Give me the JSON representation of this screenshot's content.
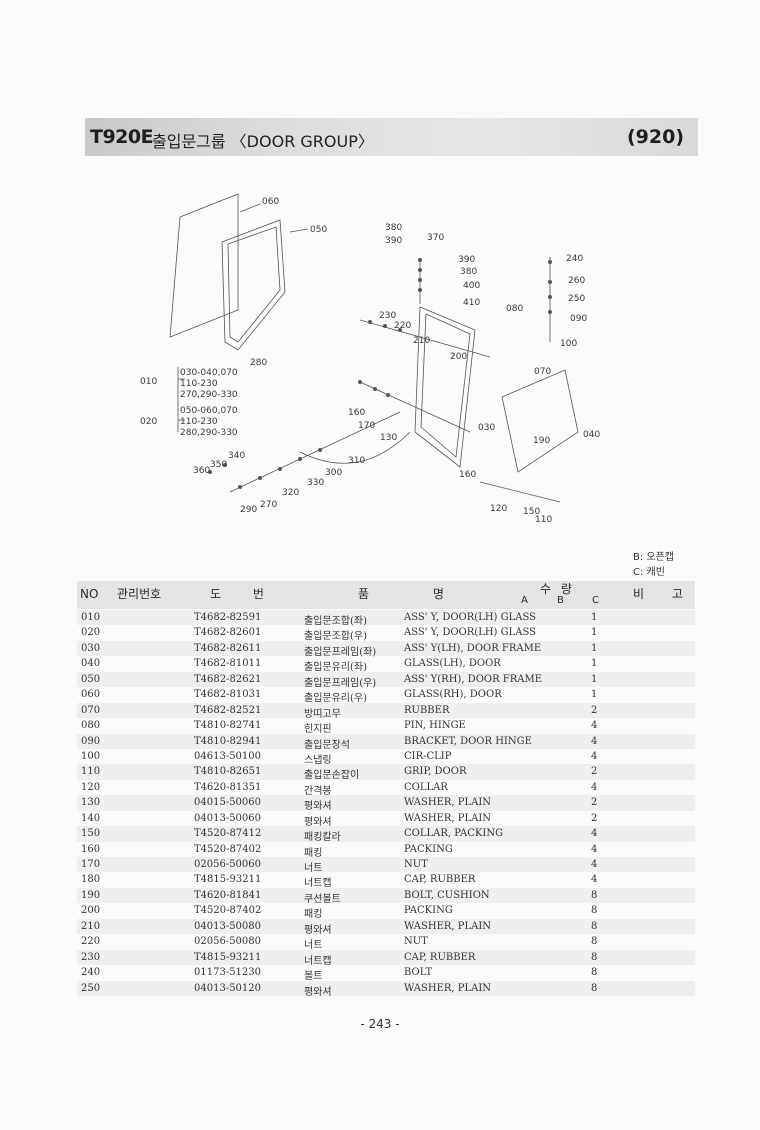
{
  "header": {
    "model": "T920E",
    "title": "출입문그룹 〈DOOR GROUP〉",
    "code": "(920)"
  },
  "diagram": {
    "callouts": [
      "060",
      "050",
      "380",
      "390",
      "370",
      "390",
      "380",
      "400",
      "410",
      "080",
      "240",
      "260",
      "250",
      "090",
      "100",
      "230",
      "220",
      "210",
      "200",
      "070",
      "280",
      "160",
      "170",
      "130",
      "030",
      "190",
      "040",
      "340",
      "350",
      "360",
      "310",
      "300",
      "330",
      "320",
      "270",
      "290",
      "160",
      "120",
      "150",
      "110"
    ],
    "assemblies": [
      {
        "label": "010",
        "items": [
          "030-040,070",
          "110-230",
          "270,290-330"
        ]
      },
      {
        "label": "020",
        "items": [
          "050-060,070",
          "110-230",
          "280,290-330"
        ]
      }
    ]
  },
  "legend": {
    "b": "B: 오픈캡",
    "c": "C: 캐빈"
  },
  "table": {
    "headers": {
      "no": "NO",
      "mgmt": "관리번호",
      "drawing": "도 번",
      "name": "품 명",
      "qty": "수 량",
      "a": "A",
      "b": "B",
      "c": "C",
      "remark": "비 고"
    },
    "rows": [
      {
        "no": "010",
        "part": "T4682-82591",
        "kr": "출입문조합(좌)",
        "en": "ASS' Y, DOOR(LH) GLASS",
        "qty": "1"
      },
      {
        "no": "020",
        "part": "T4682-82601",
        "kr": "출입문조합(우)",
        "en": "ASS' Y, DOOR(LH) GLASS",
        "qty": "1"
      },
      {
        "no": "030",
        "part": "T4682-82611",
        "kr": "출입문프레임(좌)",
        "en": "ASS' Y(LH), DOOR FRAME",
        "qty": "1"
      },
      {
        "no": "040",
        "part": "T4682-81011",
        "kr": "출입문유리(좌)",
        "en": "GLASS(LH), DOOR",
        "qty": "1"
      },
      {
        "no": "050",
        "part": "T4682-82621",
        "kr": "출입문프레임(우)",
        "en": "ASS' Y(RH), DOOR FRAME",
        "qty": "1"
      },
      {
        "no": "060",
        "part": "T4682-81031",
        "kr": "출입문유리(우)",
        "en": "GLASS(RH), DOOR",
        "qty": "1"
      },
      {
        "no": "070",
        "part": "T4682-82521",
        "kr": "방띠고무",
        "en": "RUBBER",
        "qty": "2"
      },
      {
        "no": "080",
        "part": "T4810-82741",
        "kr": "힌지핀",
        "en": "PIN, HINGE",
        "qty": "4"
      },
      {
        "no": "090",
        "part": "T4810-82941",
        "kr": "출입문장석",
        "en": "BRACKET, DOOR HINGE",
        "qty": "4"
      },
      {
        "no": "100",
        "part": "04613-50100",
        "kr": "스냅링",
        "en": "CIR-CLIP",
        "qty": "4"
      },
      {
        "no": "110",
        "part": "T4810-82651",
        "kr": "출입문손잡이",
        "en": "GRIP, DOOR",
        "qty": "2"
      },
      {
        "no": "120",
        "part": "T4620-81351",
        "kr": "간격봉",
        "en": "COLLAR",
        "qty": "4"
      },
      {
        "no": "130",
        "part": "04015-50060",
        "kr": "평와셔",
        "en": "WASHER, PLAIN",
        "qty": "2"
      },
      {
        "no": "140",
        "part": "04013-50060",
        "kr": "평와셔",
        "en": "WASHER, PLAIN",
        "qty": "2"
      },
      {
        "no": "150",
        "part": "T4520-87412",
        "kr": "패킹칼라",
        "en": "COLLAR, PACKING",
        "qty": "4"
      },
      {
        "no": "160",
        "part": "T4520-87402",
        "kr": "패킹",
        "en": "PACKING",
        "qty": "4"
      },
      {
        "no": "170",
        "part": "02056-50060",
        "kr": "너트",
        "en": "NUT",
        "qty": "4"
      },
      {
        "no": "180",
        "part": "T4815-93211",
        "kr": "너트캡",
        "en": "CAP, RUBBER",
        "qty": "4"
      },
      {
        "no": "190",
        "part": "T4620-81841",
        "kr": "쿠션볼트",
        "en": "BOLT, CUSHION",
        "qty": "8"
      },
      {
        "no": "200",
        "part": "T4520-87402",
        "kr": "패킹",
        "en": "PACKING",
        "qty": "8"
      },
      {
        "no": "210",
        "part": "04013-50080",
        "kr": "평와셔",
        "en": "WASHER, PLAIN",
        "qty": "8"
      },
      {
        "no": "220",
        "part": "02056-50080",
        "kr": "너트",
        "en": "NUT",
        "qty": "8"
      },
      {
        "no": "230",
        "part": "T4815-93211",
        "kr": "너트캡",
        "en": "CAP, RUBBER",
        "qty": "8"
      },
      {
        "no": "240",
        "part": "01173-51230",
        "kr": "볼트",
        "en": "BOLT",
        "qty": "8"
      },
      {
        "no": "250",
        "part": "04013-50120",
        "kr": "평와셔",
        "en": "WASHER, PLAIN",
        "qty": "8"
      }
    ]
  },
  "page": "- 243 -"
}
